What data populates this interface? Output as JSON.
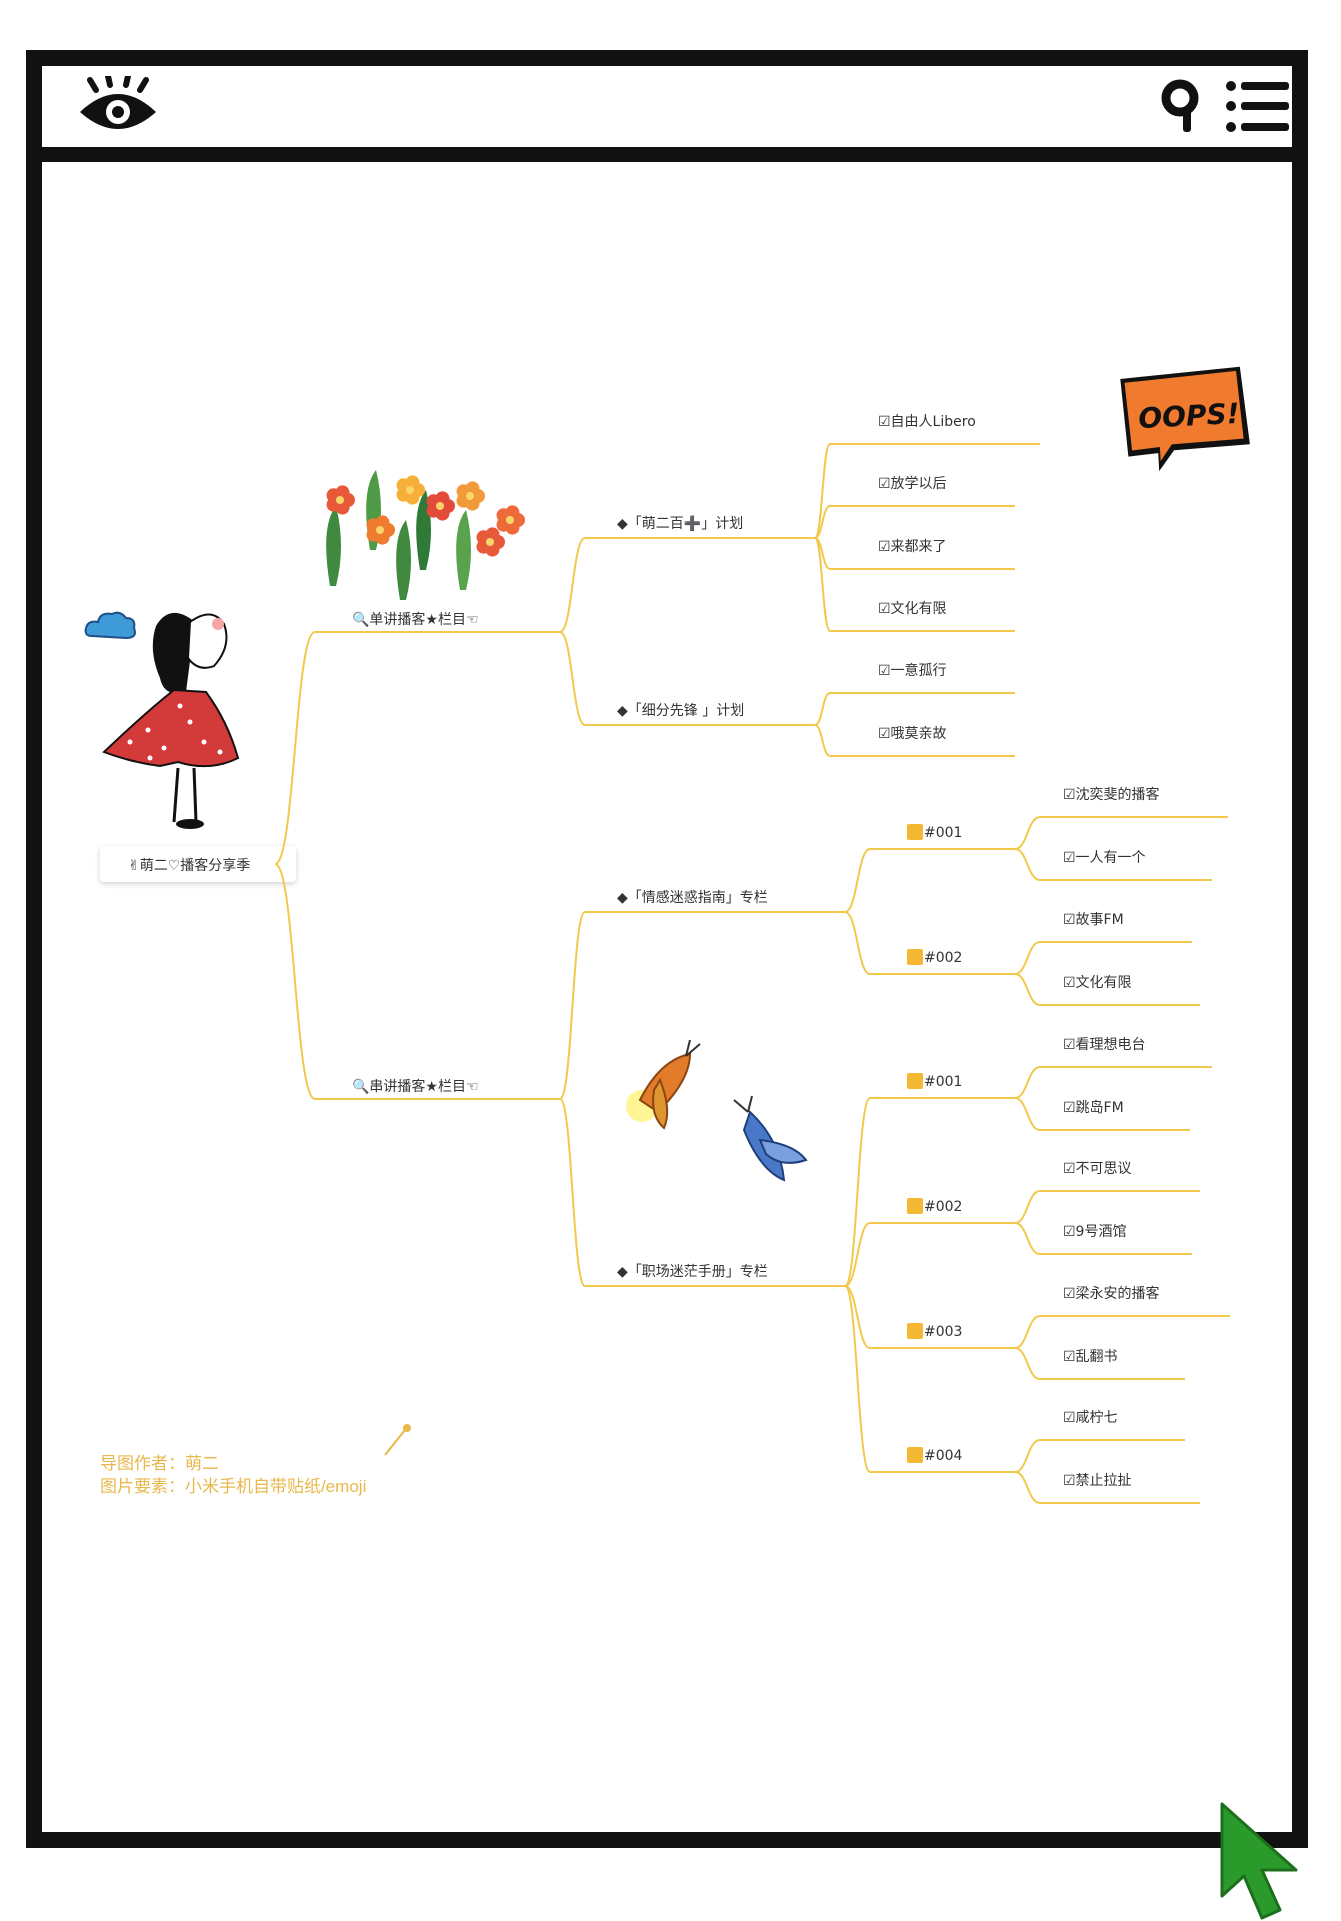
{
  "map": {
    "root": "✌萌二♡播客分享季",
    "branches": [
      {
        "label": "🔍单讲播客★栏目☜",
        "children": [
          {
            "label": "◆「萌二百➕」计划",
            "children": [
              "☑自由人Libero",
              "☑放学以后",
              "☑来都来了",
              "☑文化有限"
            ]
          },
          {
            "label": "◆「细分先锋 」计划",
            "children": [
              "☑一意孤行",
              "☑哦莫亲故"
            ]
          }
        ]
      },
      {
        "label": "🔍串讲播客★栏目☜",
        "children": [
          {
            "label": "◆「情感迷惑指南」专栏",
            "groups": [
              {
                "label": "#001",
                "children": [
                  "☑沈奕斐的播客",
                  "☑一人有一个"
                ]
              },
              {
                "label": "#002",
                "children": [
                  "☑故事FM",
                  "☑文化有限"
                ]
              }
            ]
          },
          {
            "label": "◆「职场迷茫手册」专栏",
            "groups": [
              {
                "label": "#001",
                "children": [
                  "☑看理想电台",
                  "☑跳岛FM"
                ]
              },
              {
                "label": "#002",
                "children": [
                  "☑不可思议",
                  "☑9号酒馆"
                ]
              },
              {
                "label": "#003",
                "children": [
                  "☑梁永安的播客",
                  "☑乱翻书"
                ]
              },
              {
                "label": "#004",
                "children": [
                  "☑咸柠七",
                  "☑禁止拉扯"
                ]
              }
            ]
          }
        ]
      }
    ]
  },
  "sticker": {
    "oops": "OOPS!"
  },
  "credits": {
    "author": "导图作者：萌二",
    "elements": "图片要素：小米手机自带贴纸/emoji"
  },
  "colors": {
    "line": "#f2c94c",
    "accent": "#e8b84a",
    "frame": "#111111",
    "diamond": "#3a8fd6",
    "tag": "#f5b833"
  },
  "icons": [
    "eye-icon",
    "search-icon",
    "menu-icon",
    "cloud-icon",
    "girl-sticker",
    "flower-sticker",
    "firefly-sticker",
    "pin-icon",
    "cursor-icon"
  ]
}
